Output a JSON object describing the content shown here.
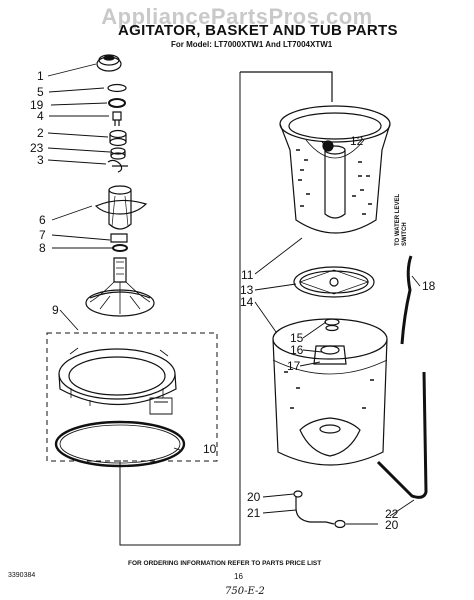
{
  "watermark": "AppliancePartsPros.com",
  "header": {
    "title": "AGITATOR, BASKET AND TUB PARTS",
    "model": "For Model: LT7000XTW1 And LT7004XTW1"
  },
  "side_note": [
    "TO WATER LEVEL",
    "SWITCH"
  ],
  "callouts": {
    "c1": "1",
    "c5": "5",
    "c19": "19",
    "c4": "4",
    "c2": "2",
    "c23": "23",
    "c3": "3",
    "c6": "6",
    "c7": "7",
    "c8": "8",
    "c9": "9",
    "c10": "10",
    "c11": "11",
    "c12": "12",
    "c13": "13",
    "c14": "14",
    "c15": "15",
    "c16": "16",
    "c17": "17",
    "c18": "18",
    "c20a": "20",
    "c20b": "20",
    "c21": "21",
    "c22": "22"
  },
  "footer": {
    "note": "FOR ORDERING INFORMATION REFER TO PARTS PRICE LIST",
    "doc_number": "3390384",
    "page": "16",
    "handwritten": "750-E-2"
  }
}
